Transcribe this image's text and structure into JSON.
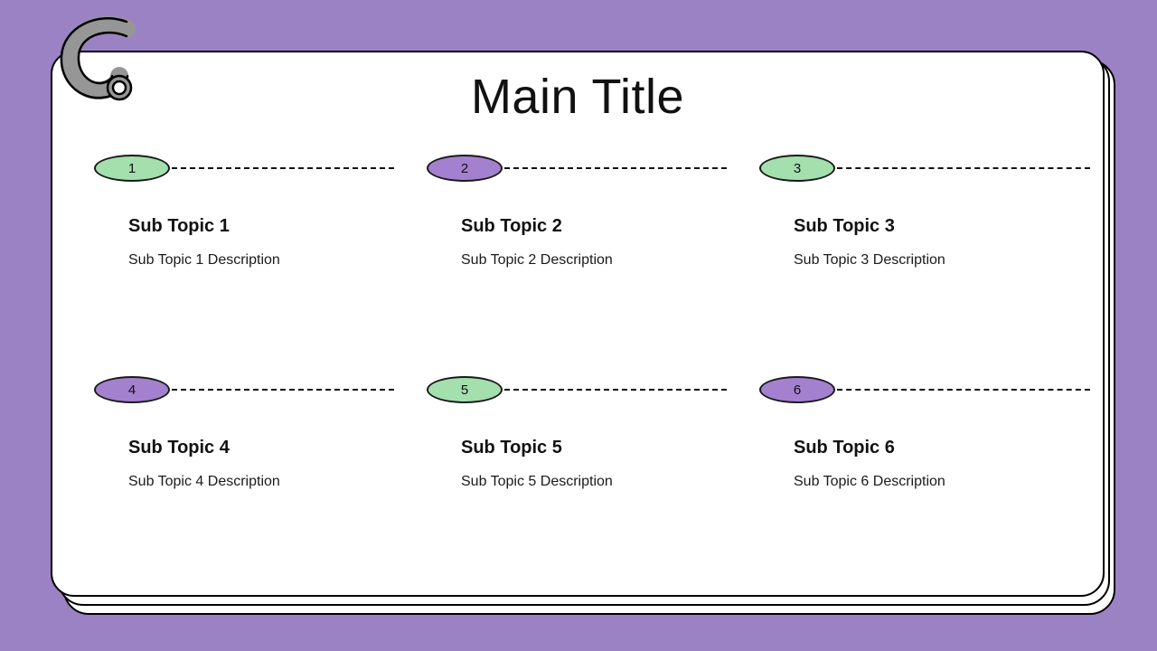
{
  "slide": {
    "background_color": "#9b82c4",
    "card_color": "#ffffff",
    "title": "Main Title"
  },
  "palette": {
    "green": "#a4dfae",
    "purple": "#a481cf",
    "outline": "#111111",
    "ring_gray": "#969696"
  },
  "decor": {
    "binder_ring_icon": "binder-ring-icon",
    "page_stack_layers": 3
  },
  "items": [
    {
      "number": "1",
      "color": "green",
      "title": "Sub Topic 1",
      "description": "Sub Topic 1 Description"
    },
    {
      "number": "2",
      "color": "purple",
      "title": "Sub Topic 2",
      "description": "Sub Topic 2 Description"
    },
    {
      "number": "3",
      "color": "green",
      "title": "Sub Topic 3",
      "description": "Sub Topic 3 Description"
    },
    {
      "number": "4",
      "color": "purple",
      "title": "Sub Topic 4",
      "description": "Sub Topic 4 Description"
    },
    {
      "number": "5",
      "color": "green",
      "title": "Sub Topic 5",
      "description": "Sub Topic 5 Description"
    },
    {
      "number": "6",
      "color": "purple",
      "title": "Sub Topic 6",
      "description": "Sub Topic 6 Description"
    }
  ]
}
